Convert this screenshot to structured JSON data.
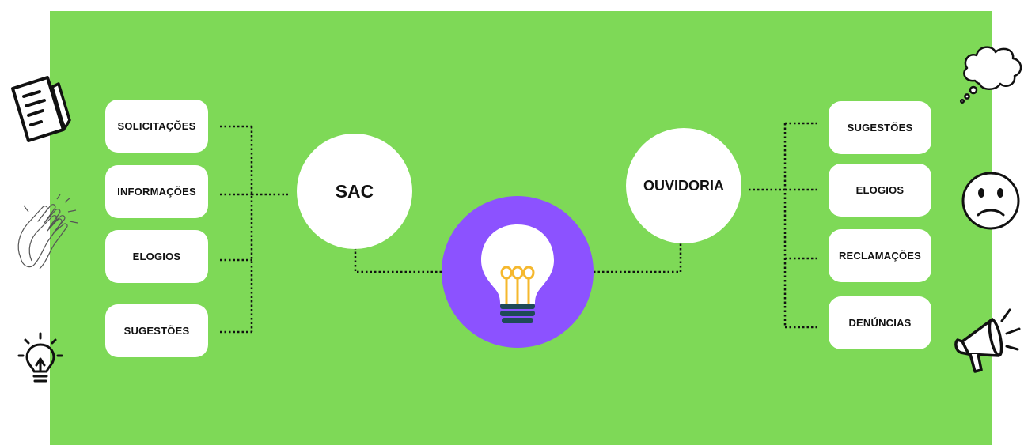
{
  "colors": {
    "background": "#7ed957",
    "node_fill": "#ffffff",
    "center_fill": "#8c52ff",
    "text": "#111111",
    "connector": "#111111",
    "bulb_glass": "#ffffff",
    "bulb_filament": "#f5b82e",
    "bulb_base": "#1f4a57"
  },
  "sac": {
    "label": "SAC",
    "items": [
      {
        "label": "SOLICITAÇÕES"
      },
      {
        "label": "INFORMAÇÕES"
      },
      {
        "label": "ELOGIOS"
      },
      {
        "label": "SUGESTÕES"
      }
    ]
  },
  "ouvidoria": {
    "label": "OUVIDORIA",
    "items": [
      {
        "label": "SUGESTÕES"
      },
      {
        "label": "ELOGIOS"
      },
      {
        "label": "RECLAMAÇÕES"
      },
      {
        "label": "DENÚNCIAS"
      }
    ]
  },
  "center": {
    "icon": "lightbulb-icon"
  },
  "decorations": [
    {
      "icon": "notepad-pen-icon"
    },
    {
      "icon": "clapping-hands-icon"
    },
    {
      "icon": "small-lightbulb-icon"
    },
    {
      "icon": "thought-cloud-icon"
    },
    {
      "icon": "sad-face-icon"
    },
    {
      "icon": "megaphone-icon"
    }
  ]
}
